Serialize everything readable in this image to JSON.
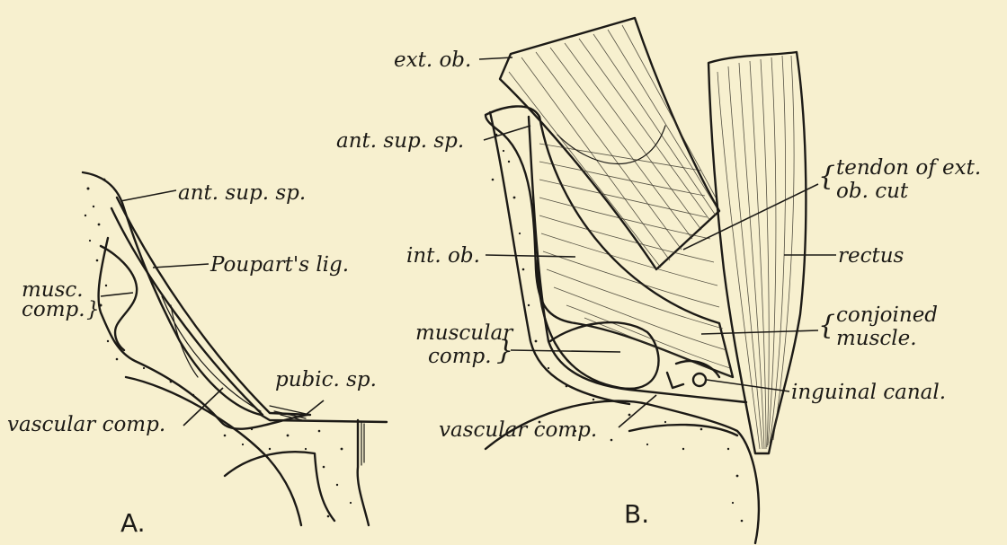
{
  "panels": {
    "a": "A.",
    "b": "B."
  },
  "labels_a": {
    "ant_sup_sp": "ant. sup. sp.",
    "pouparts_lig": "Poupart's lig.",
    "musc_comp_1": "musc.",
    "musc_comp_2": "comp.",
    "pubic_sp": "pubic. sp.",
    "vascular_comp": "vascular comp."
  },
  "labels_b": {
    "ext_ob": "ext. ob.",
    "ant_sup_sp": "ant. sup. sp.",
    "tendon_1": "tendon of ext.",
    "tendon_2": "ob. cut",
    "int_ob": "int. ob.",
    "rectus": "rectus",
    "conjoined_1": "conjoined",
    "conjoined_2": "muscle.",
    "muscular_comp_1": "muscular",
    "muscular_comp_2": "comp.",
    "inguinal_canal": "inguinal canal.",
    "vascular_comp": "vascular comp."
  },
  "colors": {
    "paper": "#f7f0cf",
    "ink": "#1c1a16"
  }
}
